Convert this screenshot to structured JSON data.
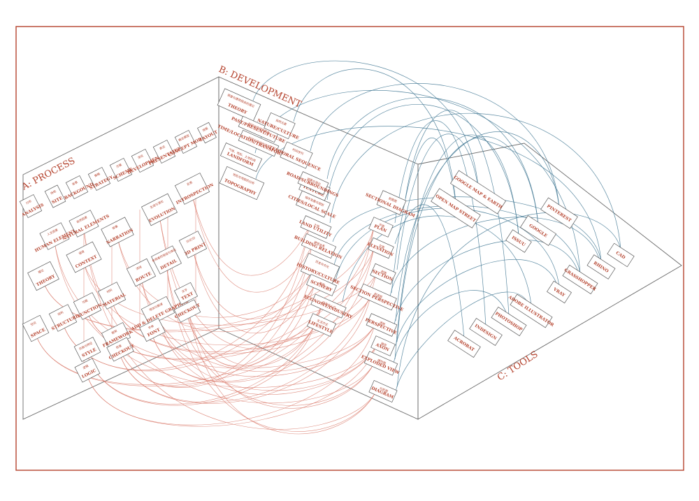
{
  "titles": {
    "process": "A: PROCESS",
    "development": "B: DEVELOPMENT",
    "tools": "C: TOOLS"
  },
  "process_items": [
    {
      "id": "analysis",
      "cn": "分析",
      "label": "ANALYSIS"
    },
    {
      "id": "site",
      "cn": "场地",
      "label": "SITE"
    },
    {
      "id": "background",
      "cn": "背景",
      "label": "BACKGOUND"
    },
    {
      "id": "strategy",
      "cn": "策略",
      "label": "STRATEGY"
    },
    {
      "id": "scheme",
      "cn": "方案",
      "label": "SCHEME"
    },
    {
      "id": "development",
      "cn": "深化",
      "label": "DEVELOPMENT"
    },
    {
      "id": "presentation",
      "cn": "表达",
      "label": "PRESENTATION"
    },
    {
      "id": "concept",
      "cn": "概念模型",
      "label": "CONCEPT MODEL"
    },
    {
      "id": "layout",
      "cn": "排版",
      "label": "LAYOUT"
    },
    {
      "id": "human",
      "cn": "人文因素",
      "label": "HUMAN ELEMENTS"
    },
    {
      "id": "natural",
      "cn": "自然因素",
      "label": "NATURAL ELEMENTS"
    },
    {
      "id": "narration",
      "cn": "叙事",
      "label": "NARRATION"
    },
    {
      "id": "evolution",
      "cn": "生成与演化",
      "label": "EVOLUTION"
    },
    {
      "id": "introspection",
      "cn": "反思",
      "label": "INTROSPECTION"
    },
    {
      "id": "theory",
      "cn": "理论",
      "label": "THEORY"
    },
    {
      "id": "context",
      "cn": "语境",
      "label": "CONTEXT"
    },
    {
      "id": "route",
      "cn": "流线",
      "label": "ROUTE"
    },
    {
      "id": "detail",
      "cn": "参观者的视线与体验",
      "label": "DETAIL"
    },
    {
      "id": "3dprint",
      "cn": "3D打印",
      "label": "3D PRINT"
    },
    {
      "id": "space",
      "cn": "空间",
      "label": "SPACE"
    },
    {
      "id": "structure",
      "cn": "结构",
      "label": "STRUCTURE"
    },
    {
      "id": "function",
      "cn": "功能",
      "label": "FUNCTION"
    },
    {
      "id": "material",
      "cn": "材料",
      "label": "MATERIAL"
    },
    {
      "id": "adddelete",
      "cn": "增加与删减",
      "label": "ADD & DELETE GRAPHICS"
    },
    {
      "id": "text",
      "cn": "文字",
      "label": "TEXT"
    },
    {
      "id": "checkout1",
      "cn": "",
      "label": "CHECKOUT"
    },
    {
      "id": "style",
      "cn": "风格与特征",
      "label": "STYLE"
    },
    {
      "id": "framework",
      "cn": "框架",
      "label": "FRAMEWORK"
    },
    {
      "id": "font",
      "cn": "字体",
      "label": "FONT"
    },
    {
      "id": "checkout2",
      "cn": "检查",
      "label": "CHECKOUT"
    },
    {
      "id": "logic",
      "cn": "逻辑",
      "label": "LOGIC"
    }
  ],
  "development_items": [
    {
      "id": "dtheory",
      "cn": "调查与建筑相关的理论",
      "label": "THEORY"
    },
    {
      "id": "dpast",
      "cn": "时间与空间的变化",
      "label": "PAST/PRESENT/FUTURE"
    },
    {
      "id": "dtime",
      "cn": "时间与空间的演变",
      "label": "TIME/LOCATION/TRANSFORMATION"
    },
    {
      "id": "dlandform",
      "cn": "气候、地形、土地利用",
      "label": "LANDFORM"
    },
    {
      "id": "dtopo",
      "cn": "地形与地貌的分析",
      "label": "TOPOGRAPHY"
    },
    {
      "id": "dnature",
      "cn": "自然元素",
      "label": "NATURE/CULTURE"
    },
    {
      "id": "dtemporal",
      "cn": "时间序列",
      "label": "TEMPORAL SEQUENCE"
    },
    {
      "id": "dtexture",
      "cn": "体量与形式",
      "label": "TEXTURE"
    },
    {
      "id": "droad",
      "cn": "道路与周边",
      "label": "ROAD/SURROUNDINGS"
    },
    {
      "id": "dcities",
      "cn": "城市发展与规划",
      "label": "CITIES/LOCAL SCALE"
    },
    {
      "id": "dland",
      "cn": "土地",
      "label": "LAND UTILITY"
    },
    {
      "id": "dbuilding",
      "cn": "建筑关系",
      "label": "BUILDING RELATION"
    },
    {
      "id": "dhistory",
      "cn": "历史与文化",
      "label": "HISTORY/CULTURE"
    },
    {
      "id": "dscenery",
      "cn": "景观",
      "label": "SCENERY"
    },
    {
      "id": "deconomy",
      "cn": "经济与人口",
      "label": "ECONOMY/INDUSTRY"
    },
    {
      "id": "dlifestyle",
      "cn": "生活方式",
      "label": "LIFESTYLE"
    },
    {
      "id": "dsecdiag",
      "cn": "剖面图",
      "label": "SECTIONAL DIAGRAM"
    },
    {
      "id": "dplan",
      "cn": "平面",
      "label": "PLAN"
    },
    {
      "id": "delevation",
      "cn": "立面",
      "label": "ELEVATION"
    },
    {
      "id": "dsection",
      "cn": "剖面",
      "label": "SECTION"
    },
    {
      "id": "dsecpersp",
      "cn": "剖透视",
      "label": "SECTION PERSPECTIVE"
    },
    {
      "id": "dperspective",
      "cn": "透视",
      "label": "PERSPECTIVE"
    },
    {
      "id": "daxon",
      "cn": "轴测",
      "label": "AXON"
    },
    {
      "id": "dexploded",
      "cn": "爆炸图",
      "label": "EXPLODED VIEW"
    },
    {
      "id": "ddiagram",
      "cn": "分析图",
      "label": "DIAGRAM"
    }
  ],
  "tool_items": [
    {
      "id": "googlemap",
      "label": "GOOGLE MAP & EARTH"
    },
    {
      "id": "openmap",
      "label": "OPEN MAP STREET"
    },
    {
      "id": "pinterest",
      "label": "PINTEREST"
    },
    {
      "id": "google",
      "label": "GOOGLE"
    },
    {
      "id": "issuu",
      "label": "ISSUU"
    },
    {
      "id": "cad",
      "label": "CAD"
    },
    {
      "id": "rhino",
      "label": "RHINO"
    },
    {
      "id": "grasshopper",
      "label": "GRASSHOPPER"
    },
    {
      "id": "vray",
      "label": "VRAY"
    },
    {
      "id": "illustrator",
      "label": "ADOBE ILLUSTRATOR"
    },
    {
      "id": "photoshop",
      "label": "PHOTOSHOP"
    },
    {
      "id": "indesign",
      "label": "INDESIGN"
    },
    {
      "id": "acrobat",
      "label": "ACROBAT"
    }
  ],
  "colors": {
    "frame": "#b5432e",
    "text": "#b5432e",
    "red_links": "#d9796a",
    "blue_links": "#3e7592",
    "planes": "#6b6b6b"
  }
}
